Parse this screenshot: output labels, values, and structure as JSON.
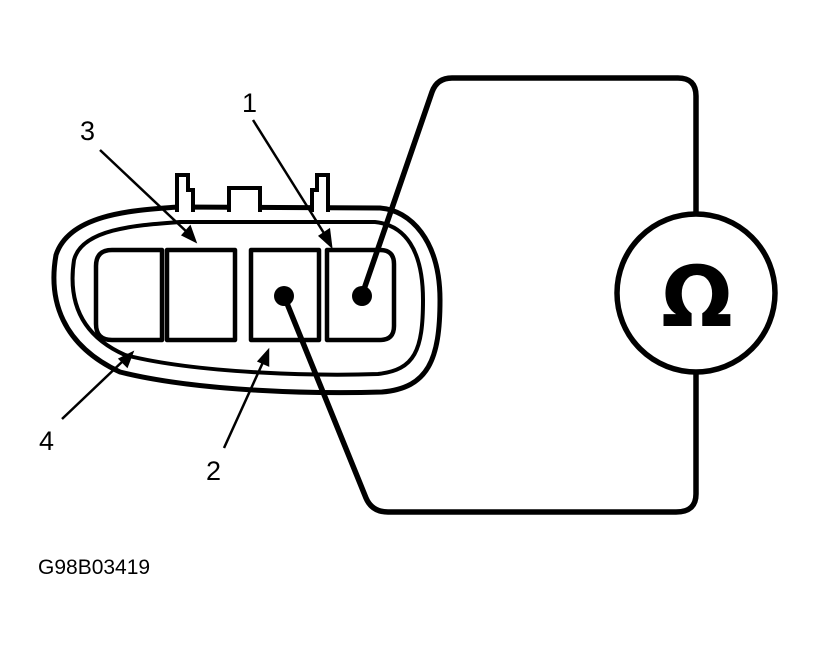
{
  "figure_code": "G98B03419",
  "meter": {
    "symbol": "Ω",
    "icon": "ohmmeter-icon"
  },
  "pins": [
    {
      "number": "1"
    },
    {
      "number": "2"
    },
    {
      "number": "3"
    },
    {
      "number": "4"
    }
  ],
  "colors": {
    "line": "#000000",
    "background": "#ffffff"
  }
}
